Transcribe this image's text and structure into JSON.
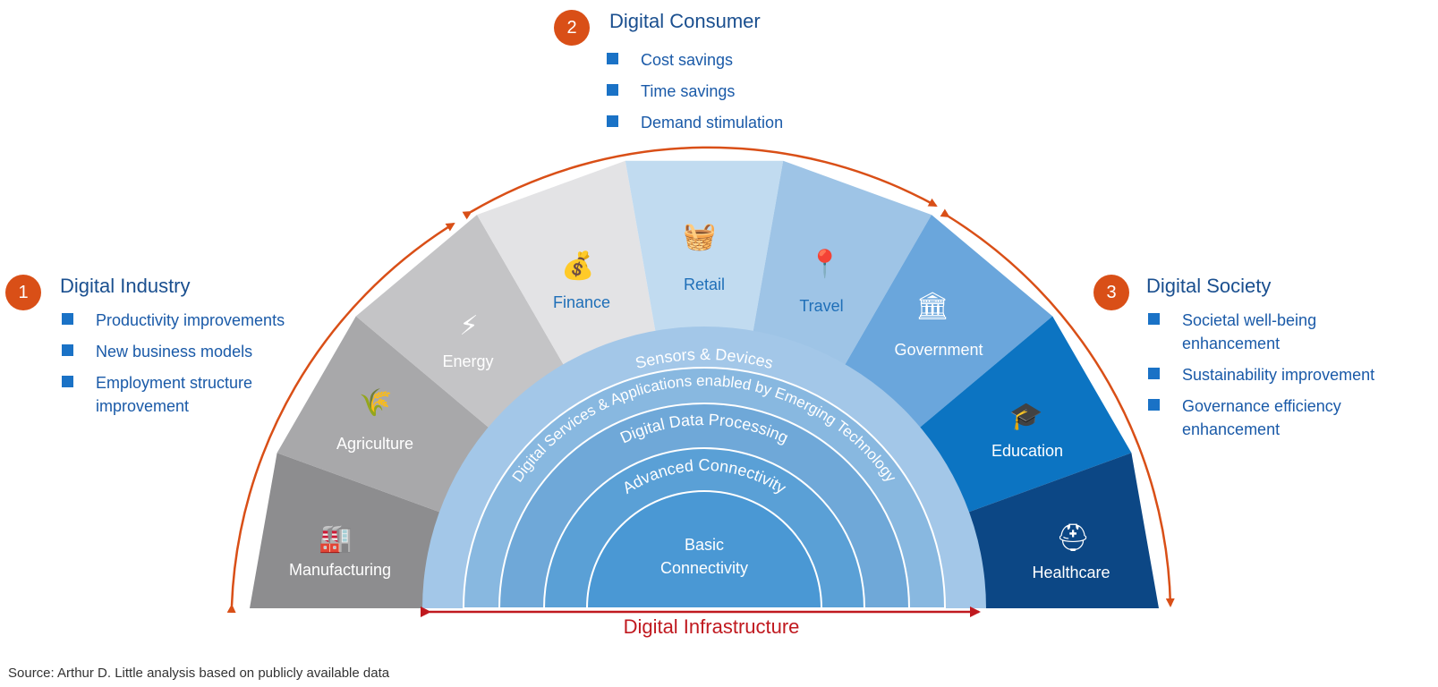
{
  "groups": {
    "industry": {
      "number": "1",
      "title": "Digital Industry",
      "bullets": [
        "Productivity improvements",
        "New business models",
        "Employment structure improvement"
      ]
    },
    "consumer": {
      "number": "2",
      "title": "Digital Consumer",
      "bullets": [
        "Cost savings",
        "Time savings",
        "Demand stimulation"
      ]
    },
    "society": {
      "number": "3",
      "title": "Digital Society",
      "bullets": [
        "Societal well-being enhancement",
        "Sustainability improvement",
        "Governance efficiency enhancement"
      ]
    }
  },
  "sectors": [
    {
      "label": "Manufacturing",
      "icon": "factory-icon",
      "color": "#8d8d8f"
    },
    {
      "label": "Agriculture",
      "icon": "wheat-icon",
      "color": "#a8a8aa"
    },
    {
      "label": "Energy",
      "icon": "lightning-icon",
      "color": "#c4c4c6"
    },
    {
      "label": "Finance",
      "icon": "money-bag-icon",
      "color": "#e3e3e5"
    },
    {
      "label": "Retail",
      "icon": "basket-icon",
      "color": "#c1dbf0"
    },
    {
      "label": "Travel",
      "icon": "route-icon",
      "color": "#9ec4e6"
    },
    {
      "label": "Government",
      "icon": "building-icon",
      "color": "#6aa6dc"
    },
    {
      "label": "Education",
      "icon": "graduation-cap-icon",
      "color": "#0c74c2"
    },
    {
      "label": "Healthcare",
      "icon": "medical-kit-icon",
      "color": "#0c4785"
    }
  ],
  "layers": {
    "sensors": "Sensors & Devices",
    "services": "Digital Services & Applications enabled by Emerging Technology",
    "processing": "Digital Data Processing",
    "advanced": "Advanced Connectivity",
    "basic_line1": "Basic",
    "basic_line2": "Connectivity"
  },
  "infrastructure_label": "Digital Infrastructure",
  "source": "Source: Arthur D. Little analysis based on publicly available data",
  "colors": {
    "accent_orange": "#d94f17",
    "infrastructure_red": "#c0191f",
    "title_blue": "#1a4f8f",
    "bullet_blue": "#1a72c6"
  }
}
